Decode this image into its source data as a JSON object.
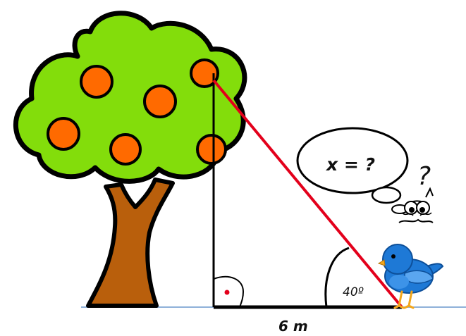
{
  "diagram": {
    "base_label": "6 m",
    "angle_label": "40º",
    "thought_text": "x = ?",
    "question_mark": "?"
  },
  "colors": {
    "ground_line": "#8fb1d9",
    "hypotenuse": "#e3001b",
    "foliage": "#83dd0b",
    "fruit": "#ff6a00",
    "trunk": "#b95f0c",
    "bird_body": "#1e79d6",
    "bird_wing": "#5aa6f0",
    "bird_beak": "#f3a61b",
    "outline": "#000000",
    "right_angle_dot": "#e3001b"
  },
  "icons": {
    "tree": "orange-tree-icon",
    "bird": "blue-bird-icon",
    "thinking_eyes": "worried-eyes-icon"
  }
}
